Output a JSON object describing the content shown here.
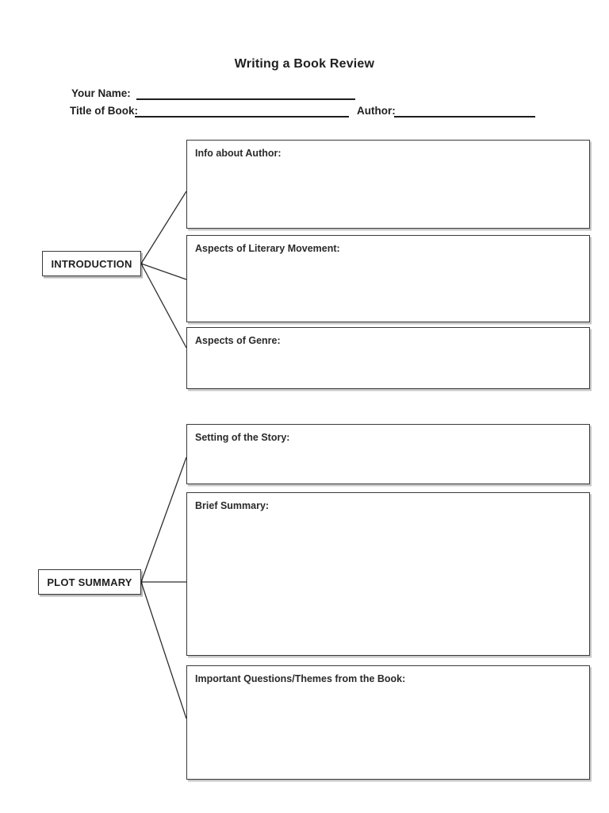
{
  "page": {
    "title": "Writing a Book Review"
  },
  "header_fields": {
    "your_name": {
      "label": "Your Name:",
      "value": ""
    },
    "book_title": {
      "label": "Title of Book:",
      "value": ""
    },
    "author": {
      "label": "Author:",
      "value": ""
    }
  },
  "diagram": {
    "sections": [
      {
        "node_label": "INTRODUCTION",
        "boxes": [
          {
            "label": "Info about Author:",
            "value": ""
          },
          {
            "label": "Aspects of Literary Movement:",
            "value": ""
          },
          {
            "label": "Aspects of Genre:",
            "value": ""
          }
        ]
      },
      {
        "node_label": "PLOT SUMMARY",
        "boxes": [
          {
            "label": "Setting of the Story:",
            "value": ""
          },
          {
            "label": "Brief Summary:",
            "value": ""
          },
          {
            "label": "Important Questions/Themes from the Book:",
            "value": ""
          }
        ]
      }
    ]
  },
  "colors": {
    "ink": "#1f1f1f",
    "box_border": "#3a3a3a",
    "background": "#ffffff"
  }
}
